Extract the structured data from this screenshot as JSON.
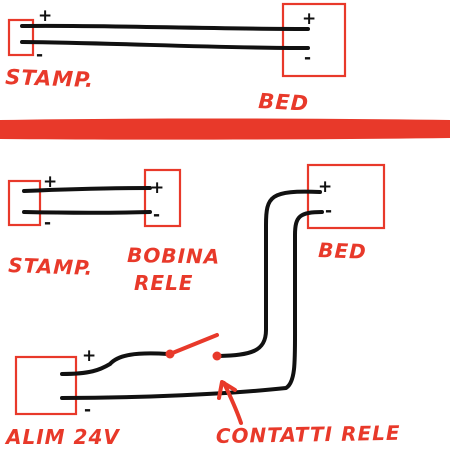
{
  "colors": {
    "ink": "#111111",
    "marker": "#e8392a",
    "background": "#ffffff"
  },
  "top": {
    "stamp_label": "STAMP.",
    "bed_label": "BED",
    "plus": "+",
    "minus": "-"
  },
  "bottom": {
    "stamp_label": "STAMP.",
    "coil_label_line1": "BOBINA",
    "coil_label_line2": "RELE",
    "bed_label": "BED",
    "supply_label": "ALIM 24V",
    "contacts_label": "CONTATTI RELE",
    "plus": "+",
    "minus": "-"
  }
}
